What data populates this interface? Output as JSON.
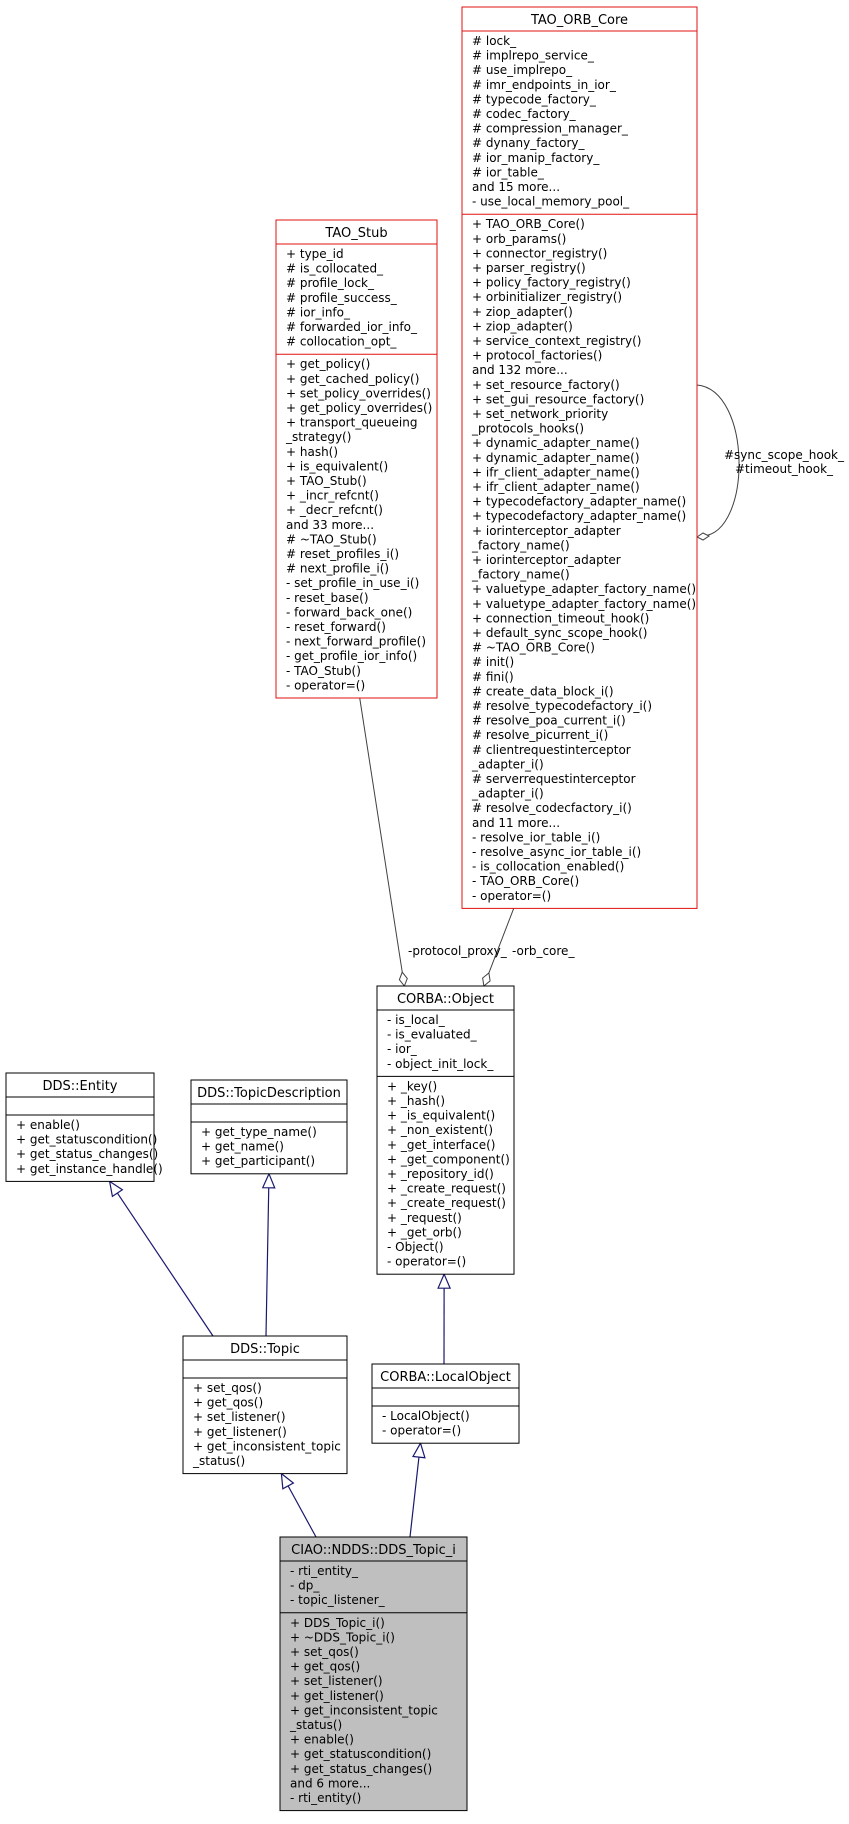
{
  "colors": {
    "highlight_border": "#e01010",
    "normal_border": "#000000",
    "focus_fill": "#bfbfbf",
    "inheritance_edge": "#191970",
    "collaboration_edge": "#404040"
  },
  "classes": {
    "orb_core": {
      "name": "TAO_ORB_Core",
      "attributes": [
        "# lock_",
        "# implrepo_service_",
        "# use_implrepo_",
        "# imr_endpoints_in_ior_",
        "# typecode_factory_",
        "# codec_factory_",
        "# compression_manager_",
        "# dynany_factory_",
        "# ior_manip_factory_",
        "# ior_table_",
        "and 15 more...",
        "- use_local_memory_pool_"
      ],
      "methods": [
        "+ TAO_ORB_Core()",
        "+ orb_params()",
        "+ connector_registry()",
        "+ parser_registry()",
        "+ policy_factory_registry()",
        "+ orbinitializer_registry()",
        "+ ziop_adapter()",
        "+ ziop_adapter()",
        "+ service_context_registry()",
        "+ protocol_factories()",
        "and 132 more...",
        "+ set_resource_factory()",
        "+ set_gui_resource_factory()",
        "+ set_network_priority",
        "_protocols_hooks()",
        "+ dynamic_adapter_name()",
        "+ dynamic_adapter_name()",
        "+ ifr_client_adapter_name()",
        "+ ifr_client_adapter_name()",
        "+ typecodefactory_adapter_name()",
        "+ typecodefactory_adapter_name()",
        "+ iorinterceptor_adapter",
        "_factory_name()",
        "+ iorinterceptor_adapter",
        "_factory_name()",
        "+ valuetype_adapter_factory_name()",
        "+ valuetype_adapter_factory_name()",
        "+ connection_timeout_hook()",
        "+ default_sync_scope_hook()",
        "# ~TAO_ORB_Core()",
        "# init()",
        "# fini()",
        "# create_data_block_i()",
        "# resolve_typecodefactory_i()",
        "# resolve_poa_current_i()",
        "# resolve_picurrent_i()",
        "# clientrequestinterceptor",
        "_adapter_i()",
        "# serverrequestinterceptor",
        "_adapter_i()",
        "# resolve_codecfactory_i()",
        "and 11 more...",
        "- resolve_ior_table_i()",
        "- resolve_async_ior_table_i()",
        "- is_collocation_enabled()",
        "- TAO_ORB_Core()",
        "- operator=()"
      ]
    },
    "tao_stub": {
      "name": "TAO_Stub",
      "attributes": [
        "+ type_id",
        "# is_collocated_",
        "# profile_lock_",
        "# profile_success_",
        "# ior_info_",
        "# forwarded_ior_info_",
        "# collocation_opt_"
      ],
      "methods": [
        "+ get_policy()",
        "+ get_cached_policy()",
        "+ set_policy_overrides()",
        "+ get_policy_overrides()",
        "+ transport_queueing",
        "_strategy()",
        "+ hash()",
        "+ is_equivalent()",
        "+ TAO_Stub()",
        "+ _incr_refcnt()",
        "+ _decr_refcnt()",
        "and 33 more...",
        "# ~TAO_Stub()",
        "# reset_profiles_i()",
        "# next_profile_i()",
        "- set_profile_in_use_i()",
        "- reset_base()",
        "- forward_back_one()",
        "- reset_forward()",
        "- next_forward_profile()",
        "- get_profile_ior_info()",
        "- TAO_Stub()",
        "- operator=()"
      ]
    },
    "corba_object": {
      "name": "CORBA::Object",
      "attributes": [
        "- is_local_",
        "- is_evaluated_",
        "- ior_",
        "- object_init_lock_"
      ],
      "methods": [
        "+ _key()",
        "+ _hash()",
        "+ _is_equivalent()",
        "+ _non_existent()",
        "+ _get_interface()",
        "+ _get_component()",
        "+ _repository_id()",
        "+ _create_request()",
        "+ _create_request()",
        "+ _request()",
        "+ _get_orb()",
        "- Object()",
        "- operator=()"
      ]
    },
    "dds_entity": {
      "name": "DDS::Entity",
      "attributes": [],
      "methods": [
        "+ enable()",
        "+ get_statuscondition()",
        "+ get_status_changes()",
        "+ get_instance_handle()"
      ]
    },
    "topic_description": {
      "name": "DDS::TopicDescription",
      "attributes": [],
      "methods": [
        "+ get_type_name()",
        "+ get_name()",
        "+ get_participant()"
      ]
    },
    "dds_topic": {
      "name": "DDS::Topic",
      "attributes": [],
      "methods": [
        "+ set_qos()",
        "+ get_qos()",
        "+ set_listener()",
        "+ get_listener()",
        "+ get_inconsistent_topic",
        "_status()"
      ]
    },
    "local_object": {
      "name": "CORBA::LocalObject",
      "attributes": [],
      "methods": [
        "- LocalObject()",
        "- operator=()"
      ]
    },
    "dds_topic_i": {
      "name": "CIAO::NDDS::DDS_Topic_i",
      "attributes": [
        "- rti_entity_",
        "- dp_",
        "- topic_listener_"
      ],
      "methods": [
        "+ DDS_Topic_i()",
        "+ ~DDS_Topic_i()",
        "+ set_qos()",
        "+ get_qos()",
        "+ set_listener()",
        "+ get_listener()",
        "+ get_inconsistent_topic",
        "_status()",
        "+ enable()",
        "+ get_statuscondition()",
        "+ get_status_changes()",
        "and 6 more...",
        "- rti_entity()"
      ]
    }
  },
  "edges": {
    "self_labels": [
      "#sync_scope_hook_",
      "#timeout_hook_"
    ],
    "protocol_proxy": "-protocol_proxy_",
    "orb_core": "-orb_core_"
  }
}
